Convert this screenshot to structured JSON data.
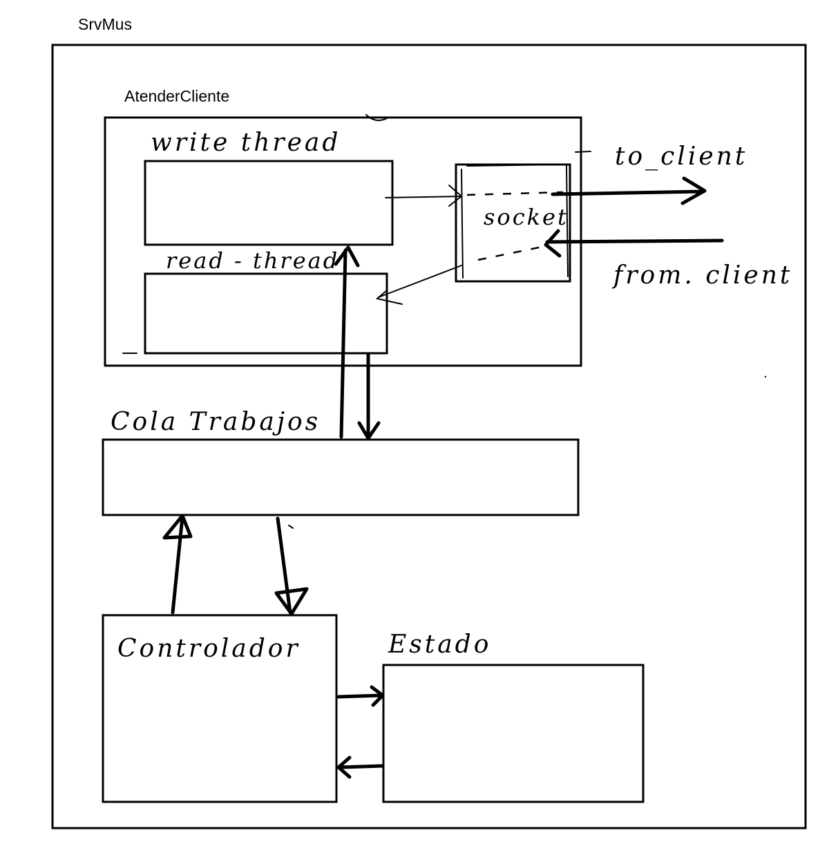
{
  "outer_title": "SrvMus",
  "atender_title": "AtenderCliente",
  "labels": {
    "write_thread": "write thread",
    "read_thread": "read - thread",
    "socket": "socket",
    "to_client": "to_client",
    "from_client": "from. client",
    "cola_trabajos": "Cola Trabajos",
    "controlador": "Controlador",
    "estado": "Estado"
  }
}
